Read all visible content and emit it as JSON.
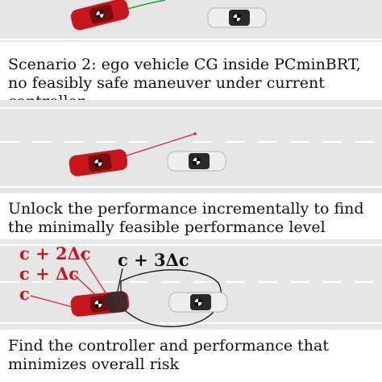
{
  "captions": {
    "scenario2": "Scenario 2: ego vehicle CG inside PCminBRT, no feasibly safe maneuver under current controller",
    "unlock": "Unlock the performance incrementally to find the minimally feasible performance level",
    "find": "Find the controller and performance that minimizes overall risk"
  },
  "annotations": {
    "c_plus_2dc": "c + 2Δc",
    "c_plus_dc": "c + Δc",
    "c": "c",
    "c_plus_3dc": "c + 3Δc"
  },
  "colors": {
    "road": "#e6e6e6",
    "lane_edge": "#ffffff",
    "ego_car": "#c8161d",
    "other_car": "#eeeeee",
    "trajectory_safe": "#2a9d3a",
    "trajectory_unsafe": "#d9242a",
    "annotation_red": "#c8161d",
    "annotation_black": "#111111"
  }
}
